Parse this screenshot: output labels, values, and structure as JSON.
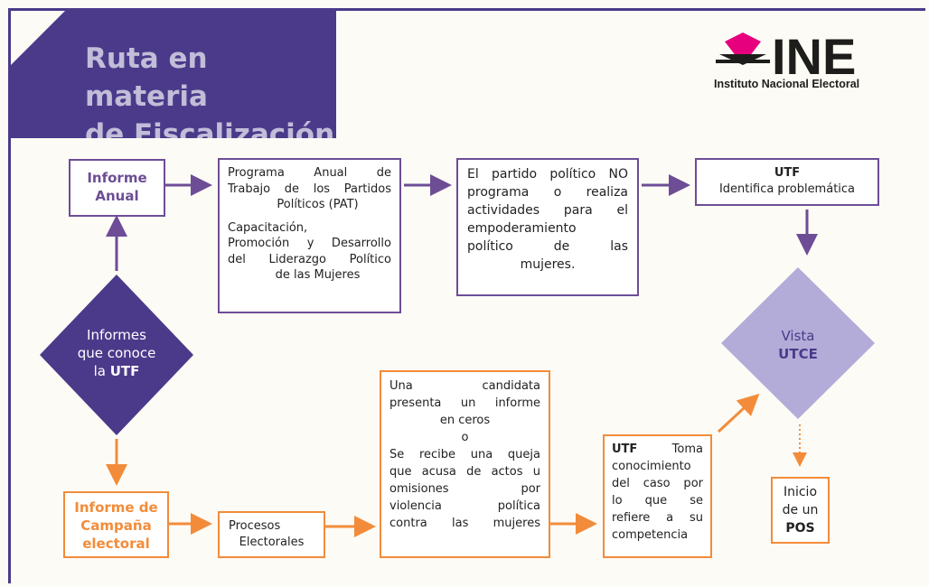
{
  "header": {
    "title_line1": "Ruta en materia",
    "title_line2": "de Fiscalización"
  },
  "logo": {
    "acronym": "INE",
    "subtitle": "Instituto Nacional Electoral",
    "icon": "ine-diamond-logo-icon"
  },
  "colors": {
    "purple_dark": "#4b3a8a",
    "purple": "#6d4d96",
    "lavender": "#b3acd8",
    "orange": "#f28c3a",
    "pink": "#e6007e"
  },
  "diagram": {
    "center_diamond": {
      "line1": "Informes",
      "line2": "que conoce",
      "line3_pre": "la ",
      "line3_bold": "UTF"
    },
    "informe_anual": {
      "line1": "Informe",
      "line2": "Anual"
    },
    "pat_box": {
      "l1": "Programa Anual de",
      "l2": "Trabajo de los Partidos",
      "l3": "Políticos (PAT)",
      "l4": "Capacitación,",
      "l5": "Promoción y Desarrollo",
      "l6": "del Liderazgo Político",
      "l7": "de las Mujeres"
    },
    "partido_box": {
      "l1": "El partido político NO",
      "l2": "programa o realiza",
      "l3": "actividades para el",
      "l4": "empoderamiento",
      "l5": "político de las",
      "l6": "mujeres."
    },
    "utf_problem_box": {
      "bold": "UTF",
      "text": "Identifica problemática"
    },
    "vista_diamond": {
      "line1": "Vista",
      "line2": "UTCE"
    },
    "inicio_box": {
      "l1": "Inicio",
      "l2": "de un",
      "l3": "POS"
    },
    "informe_campana": {
      "l1": "Informe de",
      "l2": "Campaña",
      "l3": "electoral"
    },
    "procesos_box": {
      "l1": "Procesos",
      "l2": "Electorales"
    },
    "candidata_box": {
      "l1": "Una candidata",
      "l2": "presenta un informe",
      "l3": "en ceros",
      "l4": "o",
      "l5": "Se recibe una queja",
      "l6": "que acusa de actos u",
      "l7": "omisiones por",
      "l8": "violencia política",
      "l9": "contra las mujeres"
    },
    "utf_toma_box": {
      "l1_bold": "UTF",
      "l1_rest": "Toma",
      "l2": "conocimiento",
      "l3": "del caso por",
      "l4": "lo que se",
      "l5": "refiere a su",
      "l6": "competencia"
    }
  }
}
